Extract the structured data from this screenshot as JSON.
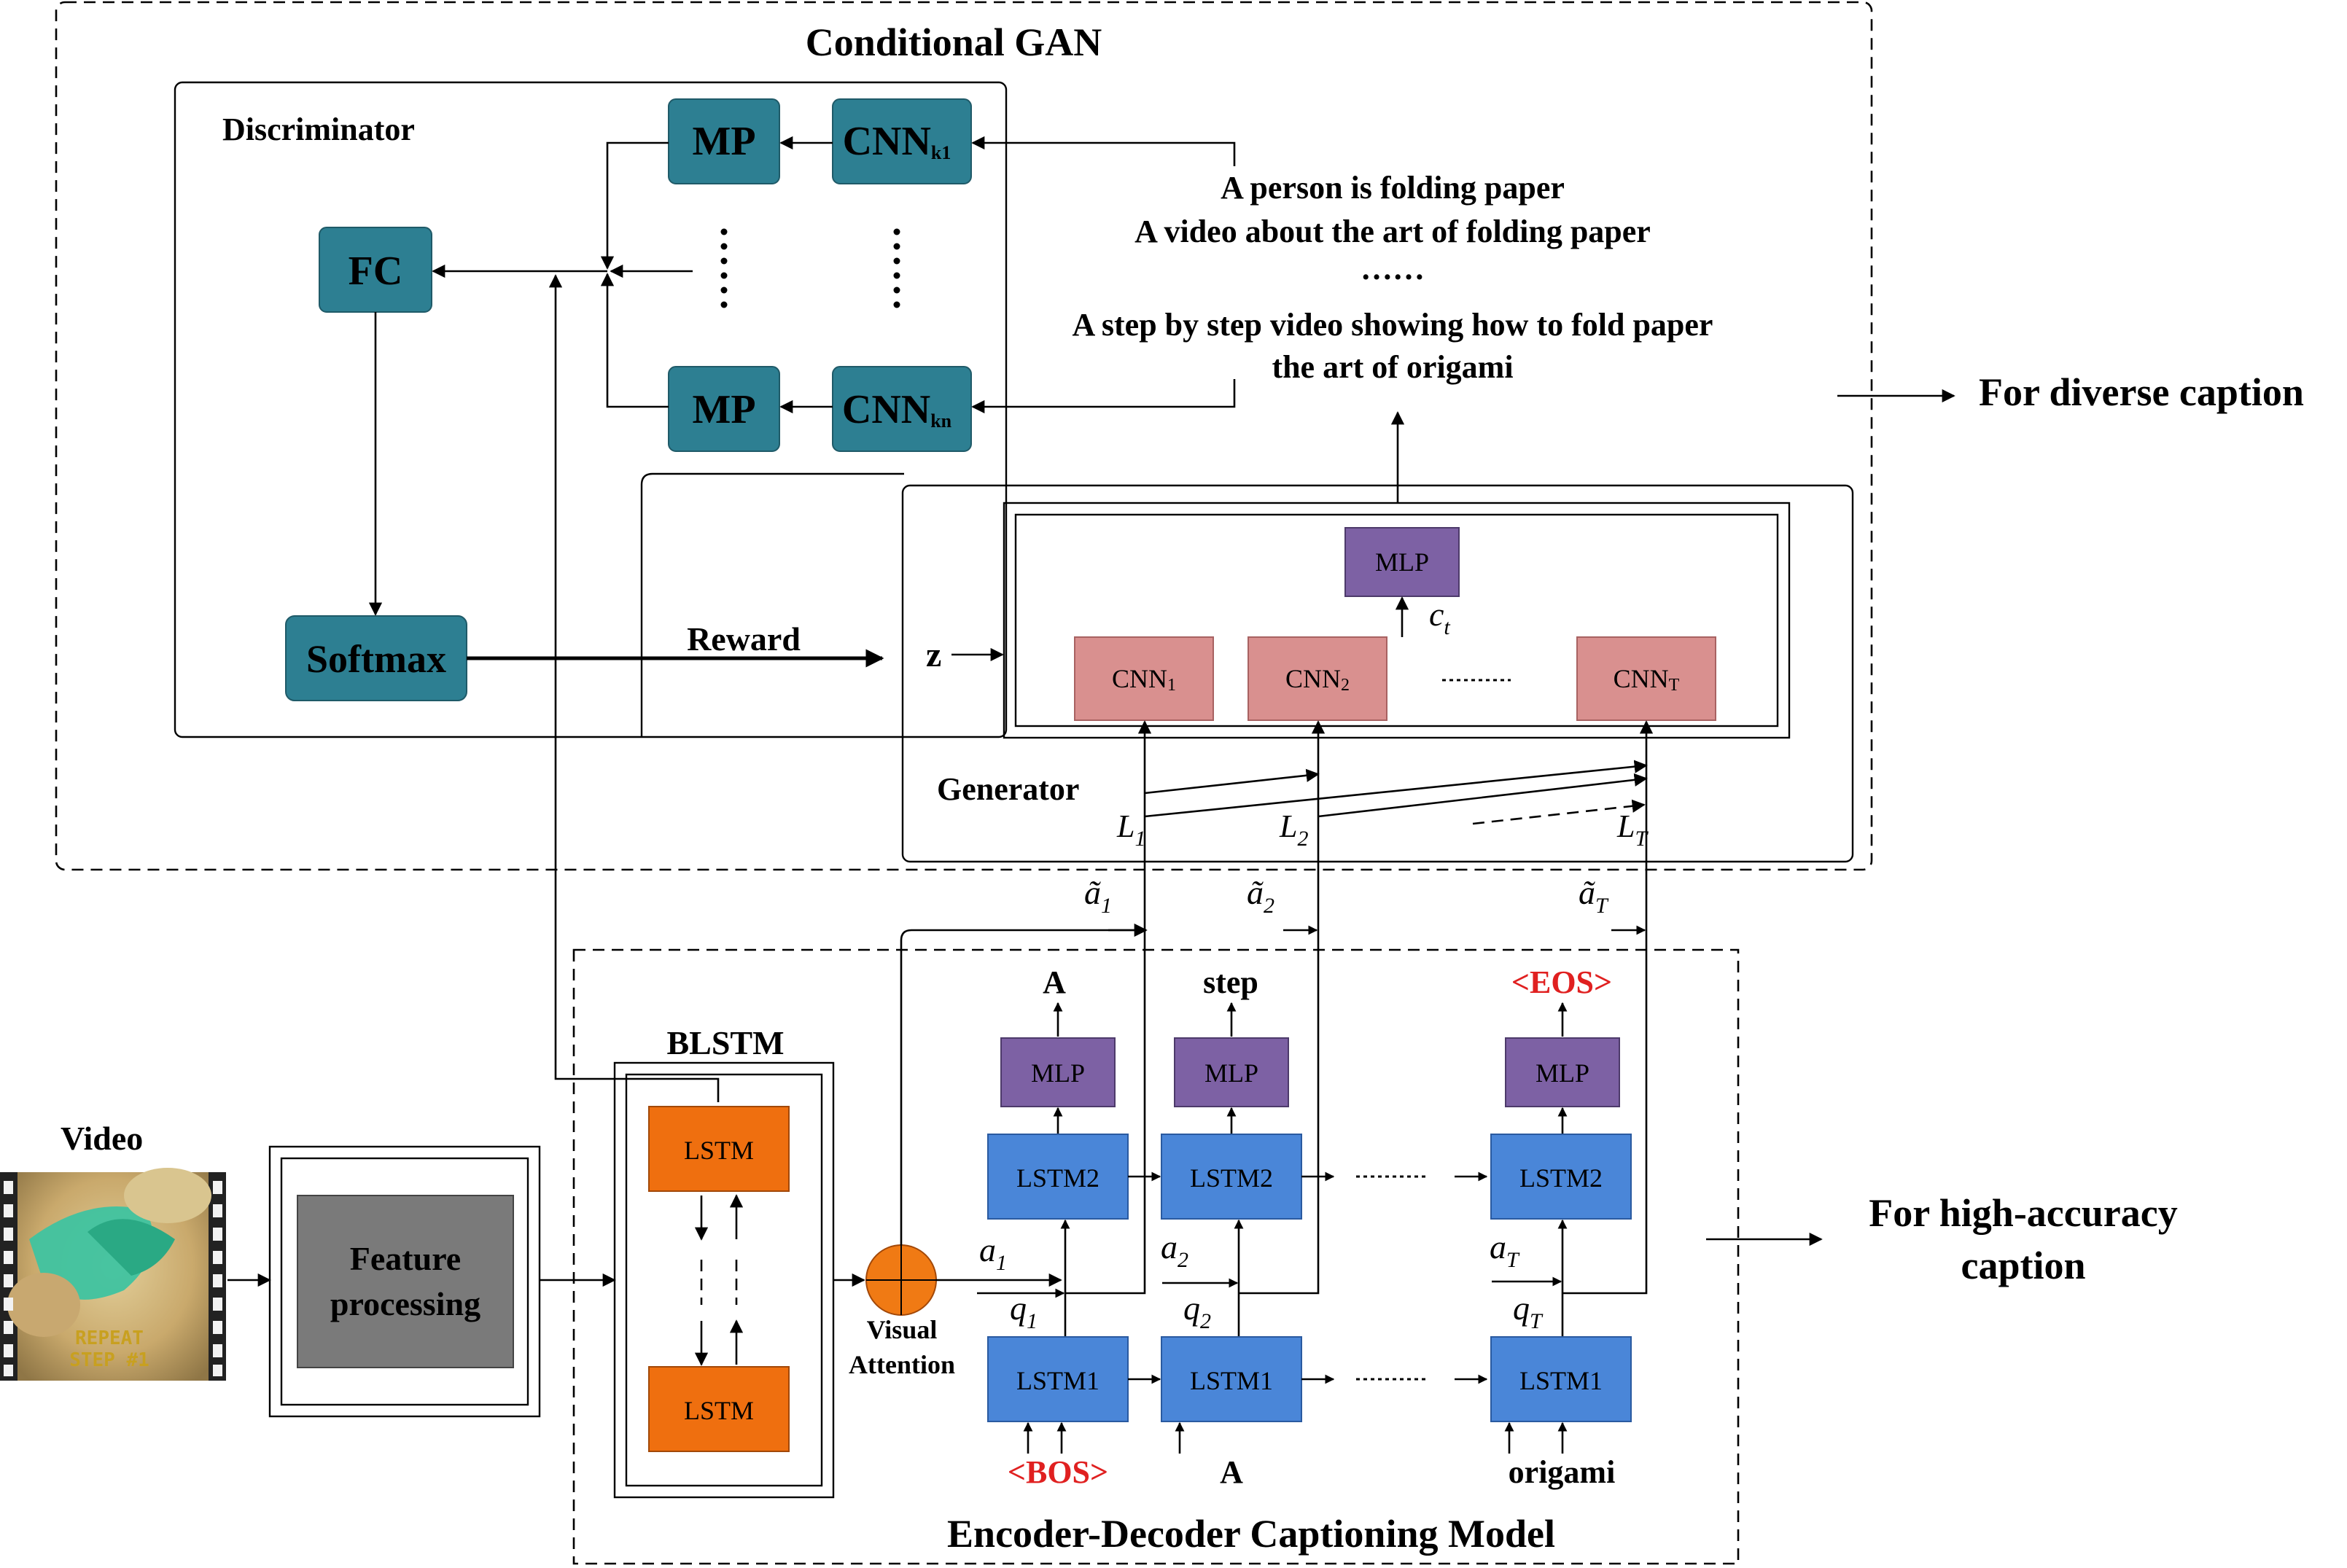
{
  "cgan": {
    "title": "Conditional GAN",
    "discriminator_label": "Discriminator",
    "mp_label": "MP",
    "cnn_base": "CNN",
    "cnn_k1_sub": "k1",
    "cnn_kn_sub": "kn",
    "fc_label": "FC",
    "softmax_label": "Softmax",
    "reward_label": "Reward",
    "generator_label": "Generator",
    "gen_mlp_label": "MLP",
    "gen_ct_main": "c",
    "gen_ct_sub": "t",
    "gen_cnn1": "CNN",
    "gen_cnn1_sub": "1",
    "gen_cnn2": "CNN",
    "gen_cnn2_sub": "2",
    "gen_cnnT": "CNN",
    "gen_cnnT_sub": "T",
    "z_label": "z",
    "captions": [
      "A person is folding paper",
      "A video about the art of folding paper",
      "……",
      "A step by step video showing how to fold paper",
      "the art of origami"
    ],
    "diverse_label": "For diverse caption",
    "L1": "L",
    "L1_sub": "1",
    "L2": "L",
    "L2_sub": "2",
    "LT": "L",
    "LT_sub": "T",
    "a1_tilde": "ã",
    "a1_tilde_sub": "1",
    "a2_tilde": "ã",
    "a2_tilde_sub": "2",
    "aT_tilde": "ã",
    "aT_tilde_sub": "T"
  },
  "encdec": {
    "title": "Encoder-Decoder Captioning Model",
    "video_label": "Video",
    "feature_label_line1": "Feature",
    "feature_label_line2": "processing",
    "blstm_label": "BLSTM",
    "lstm_label": "LSTM",
    "attention_line1": "Visual",
    "attention_line2": "Attention",
    "mlp_label": "MLP",
    "lstm2_label": "LSTM2",
    "lstm1_label": "LSTM1",
    "out_words": [
      "A",
      "step",
      "<EOS>"
    ],
    "in_words": [
      "<BOS>",
      "A",
      "origami"
    ],
    "a1": "a",
    "a1_sub": "1",
    "a2": "a",
    "a2_sub": "2",
    "aT": "a",
    "aT_sub": "T",
    "q1": "q",
    "q1_sub": "1",
    "q2": "q",
    "q2_sub": "2",
    "qT": "q",
    "qT_sub": "T",
    "accuracy_line1": "For high-accuracy",
    "accuracy_line2": "caption",
    "video_overlay_line1": "REPEAT",
    "video_overlay_line2": "STEP #1"
  },
  "colors": {
    "teal": "#2d7f92",
    "pink": "#d9908f",
    "purple": "#7d61a4",
    "blue": "#4a86d8",
    "orange": "#ef6f0f",
    "gray": "#7a7a7a",
    "red_text": "#e02020"
  }
}
